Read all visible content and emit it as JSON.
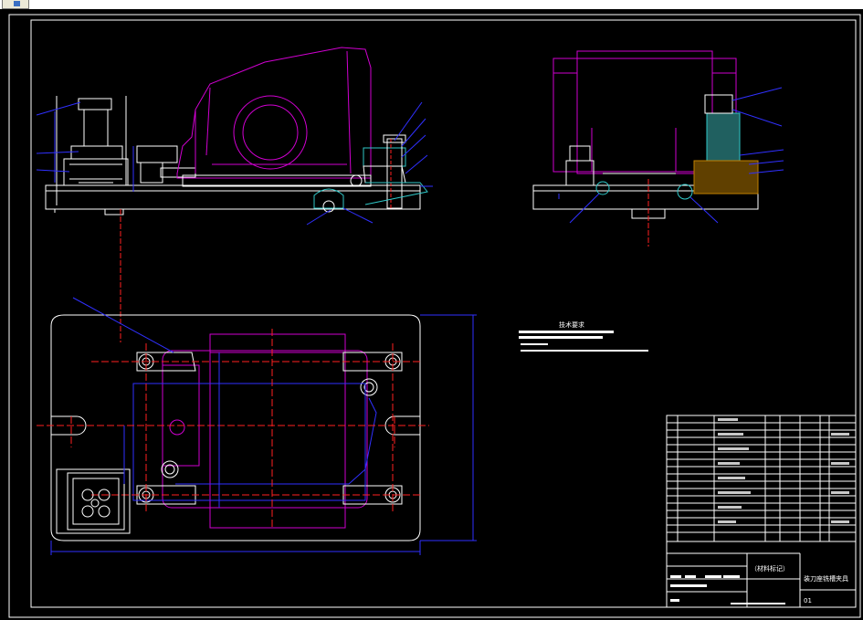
{
  "window": {
    "tab_label": ""
  },
  "drawing": {
    "colors": {
      "background": "#000000",
      "outline": "#ffffff",
      "body": "#d000d0",
      "dimension": "#3030ff",
      "centerline": "#ff2020",
      "section": "#30c8c8"
    },
    "tech_requirements": {
      "heading": "技术要求"
    },
    "title_block": {
      "material_mark": "（材料标记）",
      "title": "装刀座铣槽夹具",
      "sheet_code": "01"
    }
  }
}
